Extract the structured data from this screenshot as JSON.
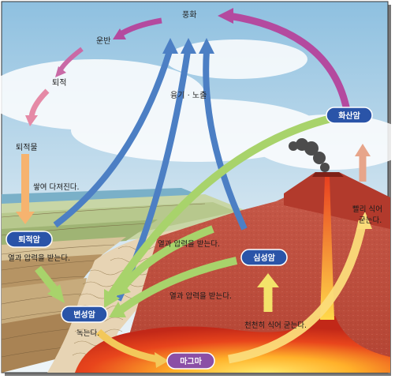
{
  "labels": {
    "weathering": "풍화",
    "transport": "운반",
    "deposition": "퇴적",
    "sediment": "퇴적물",
    "compaction": "쌓여 다져진다.",
    "uplift": "융기 · 노출",
    "heat_pressure_1": "열과 압력을 받는다.",
    "heat_pressure_2": "열과 압력을 받는다.",
    "heat_pressure_3": "열과 압력을 받는다.",
    "melts": "녹는다.",
    "slow_cool": "천천히 식어 굳는다.",
    "fast_cool_1": "빨리 식어",
    "fast_cool_2": "굳는다."
  },
  "rocks": {
    "sedimentary": "퇴적암",
    "metamorphic": "변성암",
    "plutonic": "심성암",
    "volcanic": "화산암",
    "magma": "마그마"
  },
  "colors": {
    "rock_pill": "#2a54a8",
    "magma_pill": "#8b4fa6",
    "uplift_arrow": "#4c7fc4",
    "weathering_arrow": "#b44a9f",
    "heat_arrow": "#a8d36b",
    "cooling_arrow": "#f3c85a"
  }
}
